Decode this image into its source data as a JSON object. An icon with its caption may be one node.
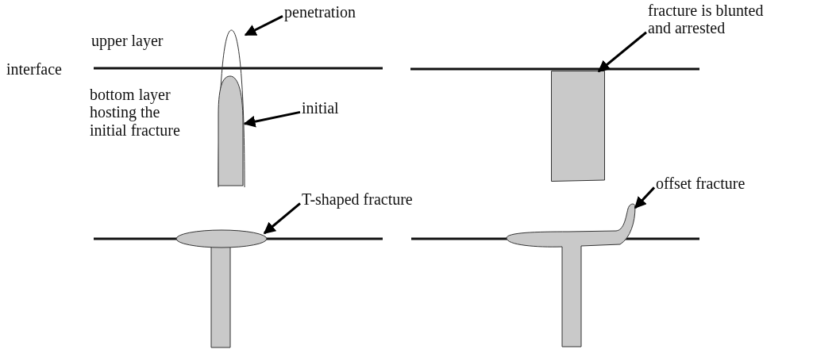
{
  "diagram": {
    "nodes": [
      {
        "text": [
          "penetration"
        ]
      },
      {
        "text": [],
        "shape": "outline"
      },
      {
        "text": [
          "initial"
        ]
      },
      {
        "text": [],
        "shape": "bar",
        "in": 1
      },
      {
        "text": [
          "fracture is blunted and arrested"
        ]
      },
      {
        "text": [],
        "shape": "box"
      },
      {
        "text": [
          "T-shaped fracture"
        ]
      },
      {
        "text": [],
        "shape": "picture"
      },
      {
        "text": [
          "offset fracture"
        ]
      },
      {
        "text": [],
        "shape": "picture"
      }
    ],
    "edges": [
      {
        "from": 0,
        "to": 1,
        "arrow": "to"
      },
      {
        "from": 2,
        "to": 3,
        "arrow": "to"
      },
      {
        "from": 4,
        "to": 5,
        "arrow": "to"
      },
      {
        "from": 6,
        "to": 7,
        "arrow": "to"
      },
      {
        "from": 8,
        "to": 9,
        "arrow": "to"
      }
    ],
    "labels": [
      "upper layer",
      "interface",
      "bottom layer hosting the initial fracture"
    ]
  }
}
